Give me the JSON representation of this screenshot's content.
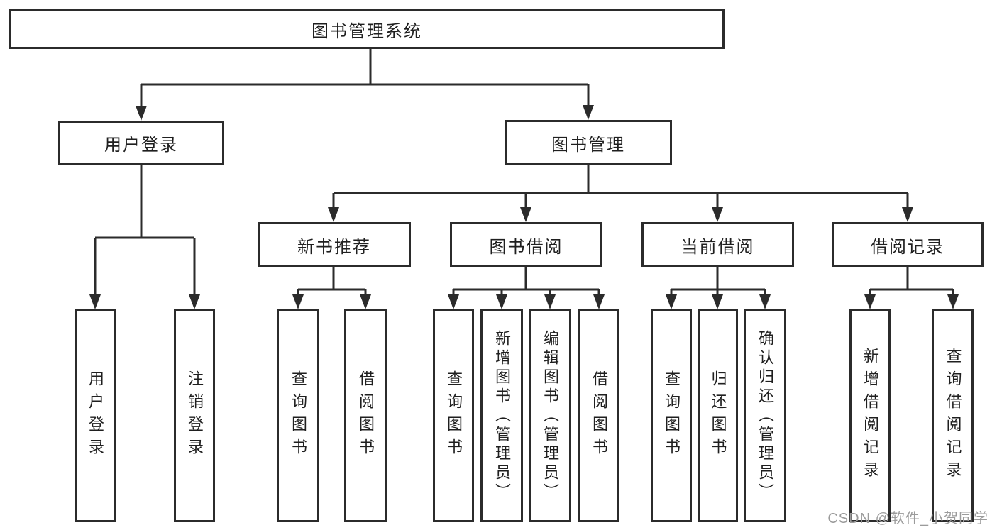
{
  "diagram": {
    "root": {
      "label": "图书管理系统"
    },
    "branches": [
      {
        "label": "用户登录",
        "children": [
          {
            "label": "用户登录"
          },
          {
            "label": "注销登录"
          }
        ]
      },
      {
        "label": "图书管理",
        "children": [
          {
            "label": "新书推荐",
            "children": [
              {
                "label": "查询图书"
              },
              {
                "label": "借阅图书"
              }
            ]
          },
          {
            "label": "图书借阅",
            "children": [
              {
                "label": "查询图书"
              },
              {
                "label": "新增图书（管理员）"
              },
              {
                "label": "编辑图书（管理员）"
              },
              {
                "label": "借阅图书"
              }
            ]
          },
          {
            "label": "当前借阅",
            "children": [
              {
                "label": "查询图书"
              },
              {
                "label": "归还图书"
              },
              {
                "label": "确认归还（管理员）"
              }
            ]
          },
          {
            "label": "借阅记录",
            "children": [
              {
                "label": "新增借阅记录"
              },
              {
                "label": "查询借阅记录"
              }
            ]
          }
        ]
      }
    ],
    "line_color": "#2b2b2b",
    "text_color": "#1f1f1f",
    "background_color": "#ffffff"
  },
  "watermark": {
    "text": "CSDN @软件_小贺同学",
    "color": "#9b9b9b"
  }
}
